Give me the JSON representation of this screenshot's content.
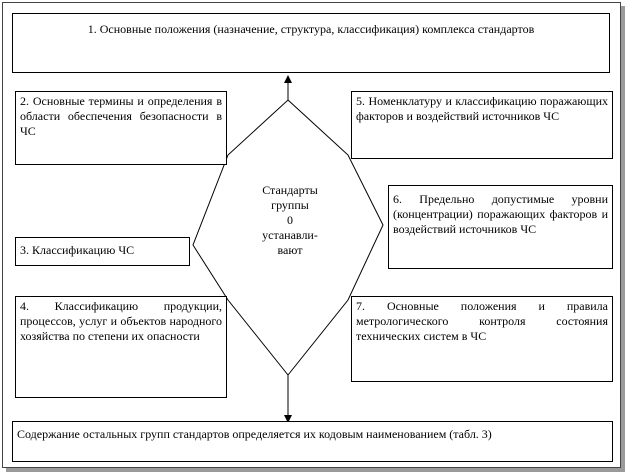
{
  "boxes": {
    "b1": "1. Основные положения (назначение, структура, классификация) комплекса стандартов",
    "b2": "2. Основные термины и определения в области обеспечения безопасности в ЧС",
    "b3": "3. Классификацию ЧС",
    "b4": "4. Классификацию продукции, процессов, услуг и объектов народного хозяйства по степени их опасности",
    "b5": "5. Номенклатуру и классификацию поражающих факторов и воздействий источников ЧС",
    "b6": "6. Предельно допустимые уровни (концентрации) поражающих факторов и воздействий источников ЧС",
    "b7": "7. Основные положения и правила метрологического контроля состояния технических систем в ЧС",
    "b8": "Содержание остальных групп стандартов определяется их кодовым наименованием (табл. 3)"
  },
  "center": {
    "line1": "Стандарты",
    "line2": "группы",
    "line3": "0",
    "line4": "устанавли-",
    "line5": "вают"
  }
}
